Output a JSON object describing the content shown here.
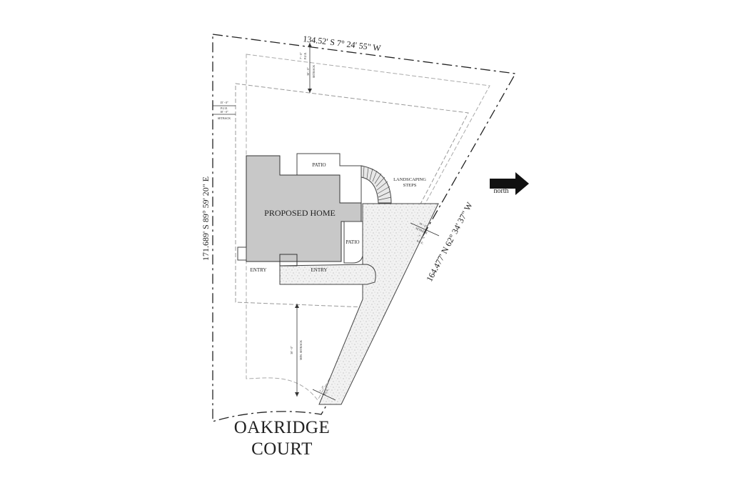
{
  "title": "",
  "bearings": {
    "top": "134.52'  S 7° 24' 55\" W",
    "left": "171.689'  S 89° 59' 20\" E",
    "right": "164.477'  N 62° 34' 37\" W"
  },
  "labels": {
    "home": "PROPOSED HOME",
    "patio_top": "PATIO",
    "patio_right": "PATIO",
    "landscaping_1": "LANDSCAPING",
    "landscaping_2": "STEPS",
    "entry_left": "ENTRY",
    "entry_front": "ENTRY",
    "north": "north"
  },
  "dimensions": {
    "top_pue_value": "7' - 0\"",
    "top_pue_label": "P.U.E.",
    "top_setback_value": "30' - 0\"",
    "top_setback_label": "SETBACK",
    "left_pue_value": "15' - 0\"",
    "left_pue_label": "P.U.E.",
    "left_setback_value": "10' - 0\"",
    "left_setback_label": "SETBACK",
    "right_setback_value": "10' - 0\"",
    "right_setback_label": "SETBACK",
    "right_pue_value": "7' - 0\"",
    "right_pue_label": "P.U.E.",
    "front_setback_value": "30' - 0\"",
    "front_setback_label": "MIN. SETBACK",
    "bottom_pue_value": "7' - 0\"",
    "bottom_pue_label": "P.U.E."
  },
  "street": {
    "line1": "OAKRIDGE",
    "line2": "COURT"
  },
  "colors": {
    "home_fill": "#c8c8c8",
    "driveway_fill": "#f0f0f0",
    "line": "#222222",
    "setback_line": "#999999"
  }
}
